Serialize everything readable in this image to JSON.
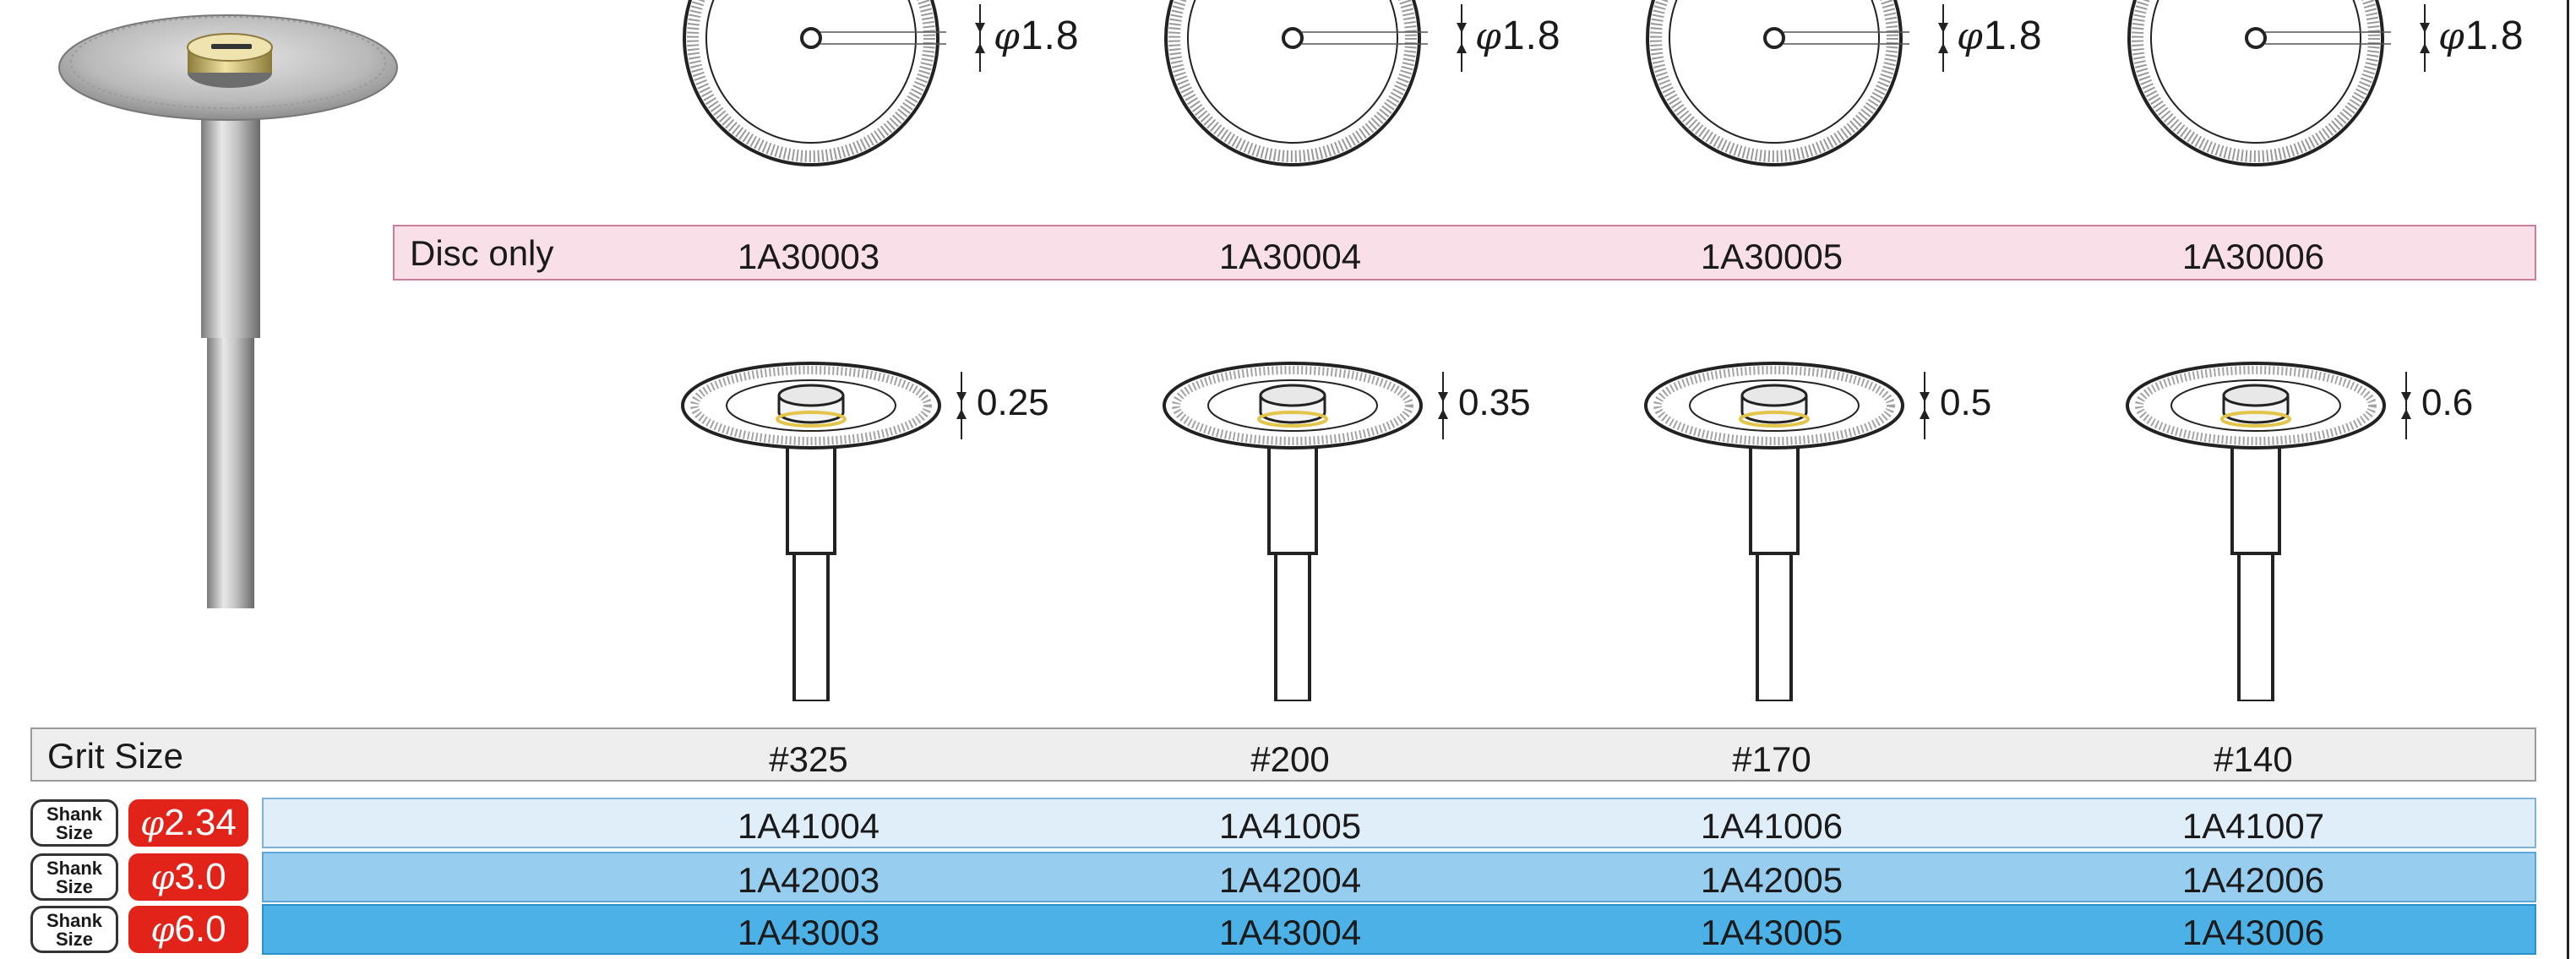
{
  "disc_only": {
    "label": "Disc only",
    "hole_dim": "1.8",
    "codes": [
      "1A30003",
      "1A30004",
      "1A30005",
      "1A30006"
    ]
  },
  "thickness": [
    "0.25",
    "0.35",
    "0.5",
    "0.6"
  ],
  "grit": {
    "label": "Grit Size",
    "values": [
      "#325",
      "#200",
      "#170",
      "#140"
    ]
  },
  "shank_label_1": "Shank",
  "shank_label_2": "Size",
  "shank_rows": [
    {
      "size": "2.34",
      "codes": [
        "1A41004",
        "1A41005",
        "1A41006",
        "1A41007"
      ]
    },
    {
      "size": "3.0",
      "codes": [
        "1A42003",
        "1A42004",
        "1A42005",
        "1A42006"
      ]
    },
    {
      "size": "6.0",
      "codes": [
        "1A43003",
        "1A43004",
        "1A43005",
        "1A43006"
      ]
    }
  ],
  "phi_symbol": "φ",
  "colors": {
    "pink_row": "#f8dfe8",
    "grit_row": "#eeeeee",
    "shank_row_1": "#dfeef9",
    "shank_row_2": "#97cdef",
    "shank_row_3": "#4bb1e6",
    "badge_red": "#e2231a"
  }
}
